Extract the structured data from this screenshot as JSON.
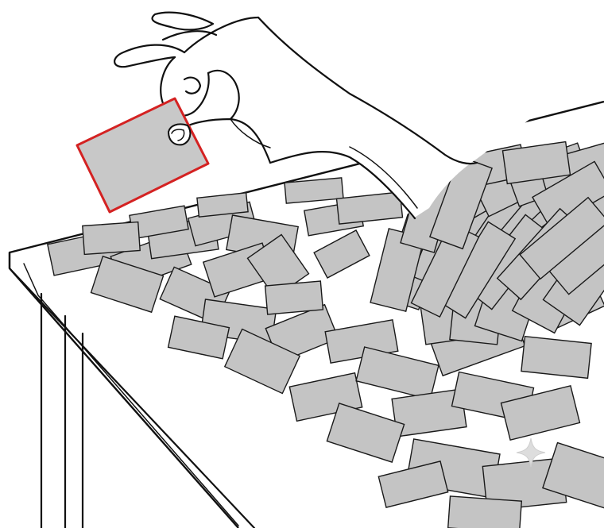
{
  "colors": {
    "background": "#ffffff",
    "line": "#111111",
    "card_fill": "#c4c4c4",
    "selected_card_fill": "#c8c8c8",
    "selected_card_border": "#d42222",
    "sparkle": "#dddddd"
  },
  "scene": {
    "table": {
      "name": "table"
    },
    "hand": {
      "name": "hand"
    },
    "selected_card": {
      "name": "selected-card",
      "highlight_color": "#d42222"
    },
    "card_pile": {
      "name": "card-pile"
    },
    "scattered_cards": {
      "name": "scattered-cards"
    }
  }
}
